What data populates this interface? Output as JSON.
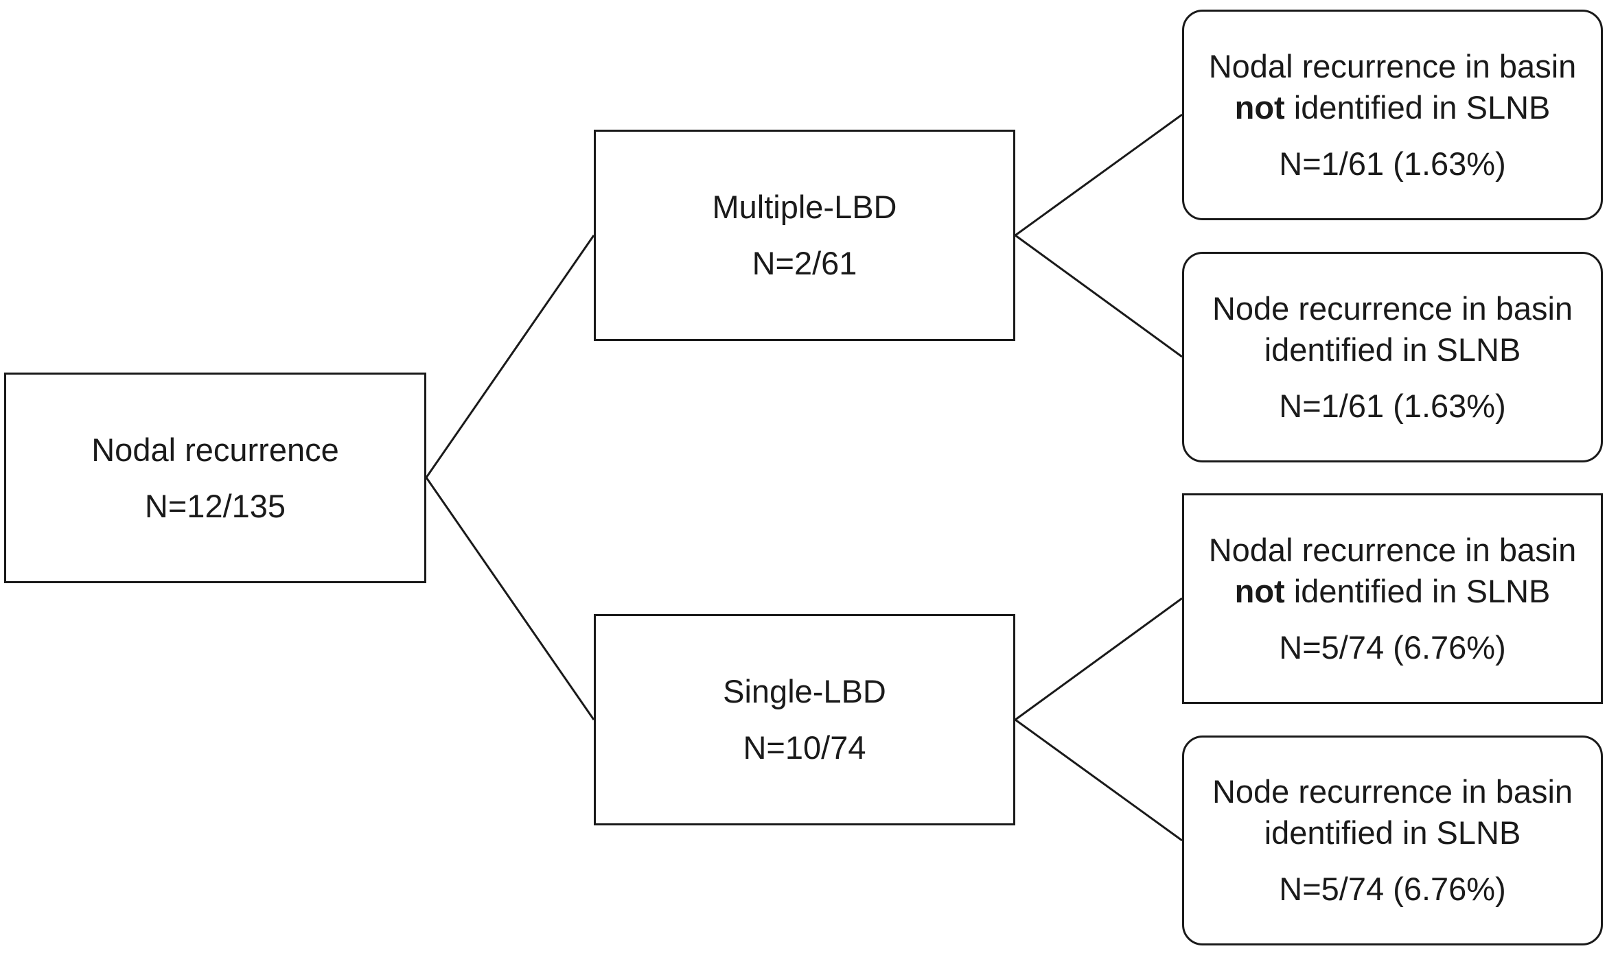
{
  "root": {
    "label": "Nodal recurrence",
    "count": "N=12/135"
  },
  "multiple": {
    "label": "Multiple-LBD",
    "count": "N=2/61",
    "not_identified": {
      "line1": "Nodal recurrence in basin",
      "line2_bold": "not",
      "line2_rest": " identified in SLNB",
      "count": "N=1/61 (1.63%)"
    },
    "identified": {
      "line1": "Node recurrence in basin",
      "line2": "identified in SLNB",
      "count": "N=1/61 (1.63%)"
    }
  },
  "single": {
    "label": "Single-LBD",
    "count": "N=10/74",
    "not_identified": {
      "line1": "Nodal recurrence in basin",
      "line2_bold": "not",
      "line2_rest": " identified in SLNB",
      "count": "N=5/74 (6.76%)"
    },
    "identified": {
      "line1": "Node recurrence in basin",
      "line2": "identified in SLNB",
      "count": "N=5/74 (6.76%)"
    }
  }
}
